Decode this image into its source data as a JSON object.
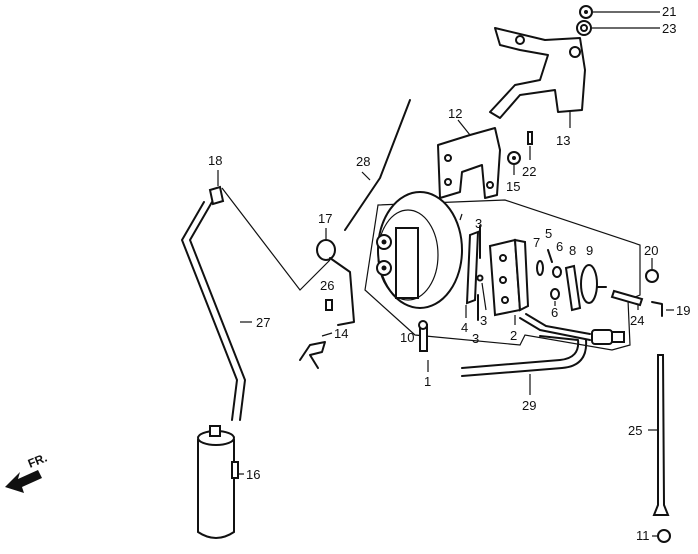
{
  "diagram": {
    "type": "exploded parts diagram",
    "direction_marker": "FR.",
    "callouts": [
      "21",
      "23",
      "13",
      "12",
      "22",
      "15",
      "28",
      "18",
      "17",
      "3",
      "7",
      "5",
      "6",
      "8",
      "9",
      "20",
      "26",
      "27",
      "4",
      "3",
      "3",
      "2",
      "6",
      "10",
      "14",
      "24",
      "19",
      "1",
      "29",
      "25",
      "16",
      "11"
    ]
  }
}
